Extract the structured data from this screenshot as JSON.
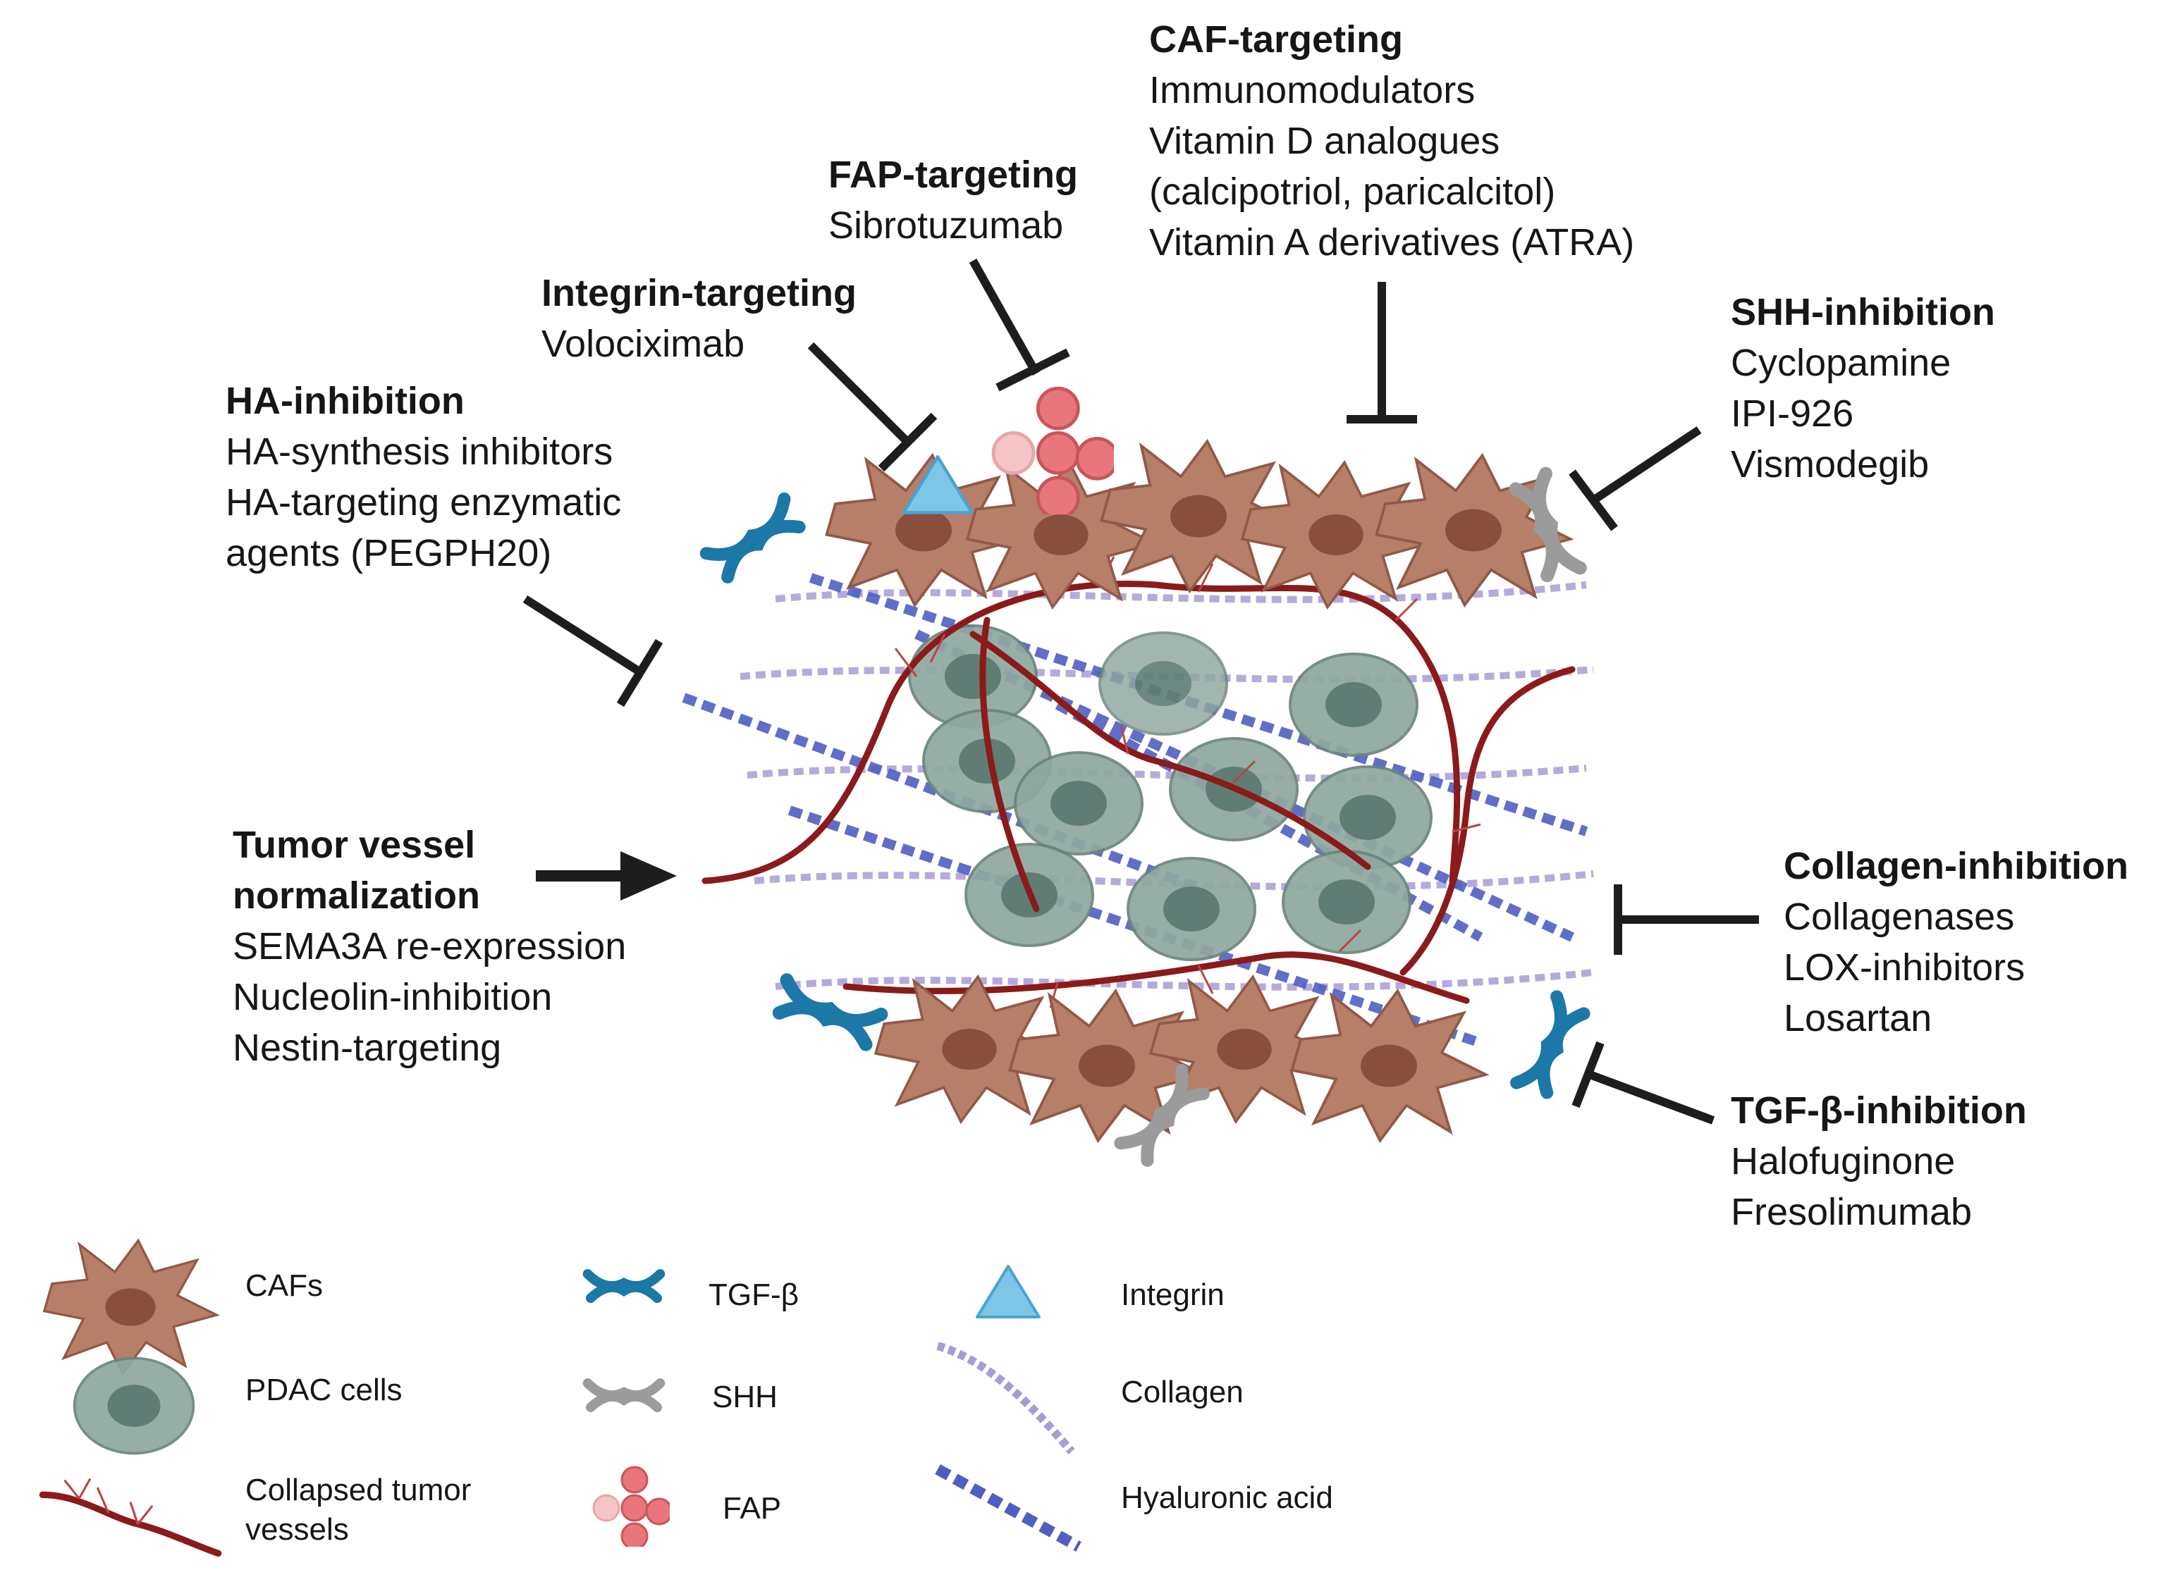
{
  "colors": {
    "caf": "#b77e68",
    "caf_nucleus": "#8a4e3c",
    "pdac": "#8fa89f",
    "pdac_nucleus": "#5f7d74",
    "vessel": "#8b1a1a",
    "tgf": "#1c78a6",
    "shh": "#9b9b9b",
    "fap": "#e8767a",
    "integrin": "#7cc6e8",
    "collagen": "#a99bd6",
    "ha": "#4f5fc1",
    "arrow": "#1d1d1d"
  },
  "interventions": {
    "caf": {
      "title": "CAF-targeting",
      "items": [
        "Immunomodulators",
        "Vitamin D analogues",
        "(calcipotriol, paricalcitol)",
        "Vitamin A derivatives (ATRA)"
      ]
    },
    "fap": {
      "title": "FAP-targeting",
      "items": [
        "Sibrotuzumab"
      ]
    },
    "integrin": {
      "title": "Integrin-targeting",
      "items": [
        "Volociximab"
      ]
    },
    "ha": {
      "title": "HA-inhibition",
      "items": [
        "HA-synthesis inhibitors",
        "HA-targeting enzymatic",
        "agents (PEGPH20)"
      ]
    },
    "shh": {
      "title": "SHH-inhibition",
      "items": [
        "Cyclopamine",
        "IPI-926",
        "Vismodegib"
      ]
    },
    "vessel": {
      "title_line1": "Tumor vessel",
      "title_line2": "normalization",
      "items": [
        "SEMA3A re-expression",
        "Nucleolin-inhibition",
        "Nestin-targeting"
      ]
    },
    "collagen": {
      "title": "Collagen-inhibition",
      "items": [
        "Collagenases",
        "LOX-inhibitors",
        "Losartan"
      ]
    },
    "tgf": {
      "title": "TGF-β-inhibition",
      "items": [
        "Halofuginone",
        "Fresolimumab"
      ]
    }
  },
  "legend": {
    "cafs": "CAFs",
    "pdac": "PDAC cells",
    "vessels_line1": "Collapsed tumor",
    "vessels_line2": "vessels",
    "tgf": "TGF-β",
    "shh": "SHH",
    "fap": "FAP",
    "integrin": "Integrin",
    "collagen": "Collagen",
    "ha": "Hyaluronic acid"
  }
}
